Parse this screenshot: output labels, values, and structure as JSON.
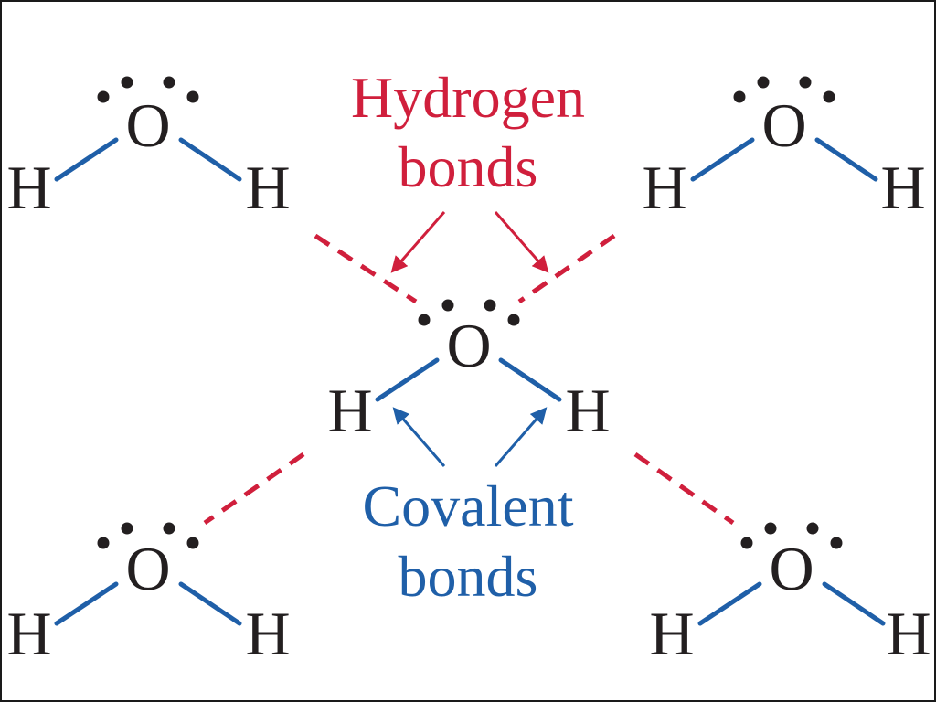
{
  "colors": {
    "covalent": "#1f5fa8",
    "hydrogen": "#d01f3c",
    "atom": "#231f20",
    "background": "#ffffff"
  },
  "atoms": {
    "oxygen": "O",
    "hydrogen": "H"
  },
  "labels": {
    "hydrogen_line1": "Hydrogen",
    "hydrogen_line2": "bonds",
    "covalent_line1": "Covalent",
    "covalent_line2": "bonds"
  },
  "molecules": [
    {
      "id": "top-left"
    },
    {
      "id": "top-right"
    },
    {
      "id": "center"
    },
    {
      "id": "bottom-left"
    },
    {
      "id": "bottom-right"
    }
  ]
}
